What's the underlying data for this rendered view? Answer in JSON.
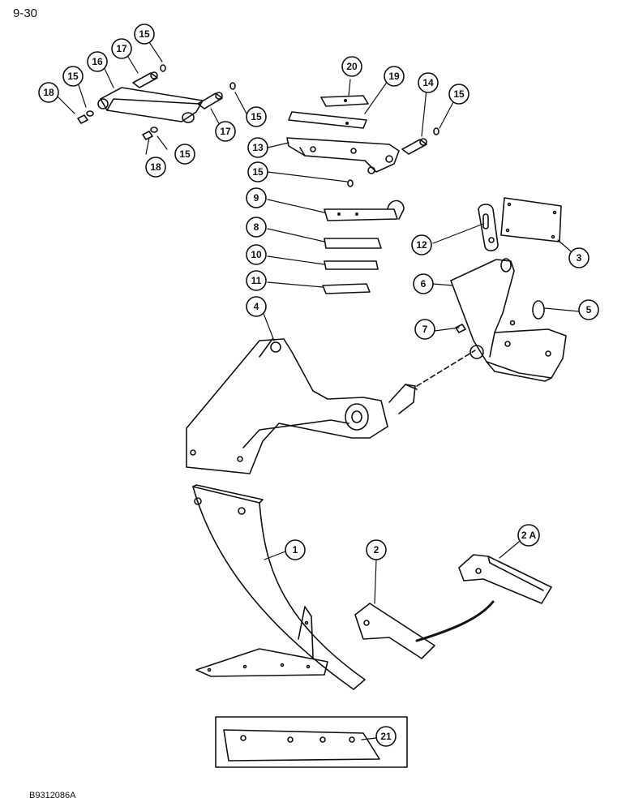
{
  "page": {
    "number": "9-30",
    "figure_code": "B9312086A"
  },
  "callouts": {
    "c1": "1",
    "c2": "2",
    "c2a": "2 A",
    "c3": "3",
    "c4": "4",
    "c5": "5",
    "c6": "6",
    "c7": "7",
    "c8": "8",
    "c9": "9",
    "c10": "10",
    "c11": "11",
    "c12": "12",
    "c13": "13",
    "c14": "14",
    "c15": "15",
    "c16": "16",
    "c17": "17",
    "c18": "18",
    "c19": "19",
    "c20": "20",
    "c21": "21"
  }
}
